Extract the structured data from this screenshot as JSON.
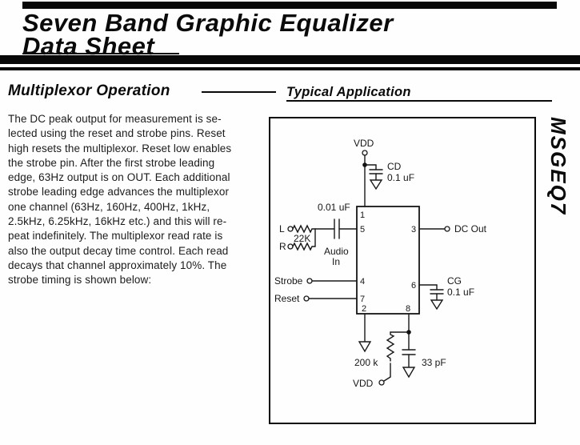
{
  "header": {
    "title_line1": "Seven Band Graphic Equalizer",
    "title_line2": "Data Sheet"
  },
  "sections": {
    "left_heading": "Multiplexor Operation",
    "right_heading": "Typical Application"
  },
  "body_paragraph": [
    "The DC peak output for measurement is se-",
    "lected using the reset and strobe pins.  Reset",
    "high resets the multiplexor. Reset low enables",
    "the strobe pin.  After the first strobe leading",
    "edge, 63Hz output is on OUT.  Each additional",
    "strobe leading edge advances the multiplexor",
    "one channel (63Hz, 160Hz, 400Hz, 1kHz,",
    "2.5kHz, 6.25kHz, 16kHz etc.) and this will re-",
    "peat indefinitely.  The multiplexor read rate is",
    "also the output decay time control.  Each read",
    "decays that channel approximately 10%.  The",
    "strobe timing is shown below:"
  ],
  "side_tab": "MSGEQ7",
  "circuit": {
    "vdd_top": "VDD",
    "cd_name": "CD",
    "cd_value": "0.1 uF",
    "coupling_cap_value": "0.01 uF",
    "input_resistor_value": "22K",
    "left_input": "L",
    "right_input": "R",
    "audio_in_line1": "Audio",
    "audio_in_line2": "In",
    "strobe_label": "Strobe",
    "reset_label": "Reset",
    "dc_out_label": "DC Out",
    "cg_name": "CG",
    "cg_value": "0.1 uF",
    "bottom_resistor_value": "200 k",
    "bottom_cap_value": "33 pF",
    "vdd_bottom": "VDD",
    "pins": {
      "p1": "1",
      "p2": "2",
      "p3": "3",
      "p4": "4",
      "p5": "5",
      "p6": "6",
      "p7": "7",
      "p8": "8"
    }
  }
}
